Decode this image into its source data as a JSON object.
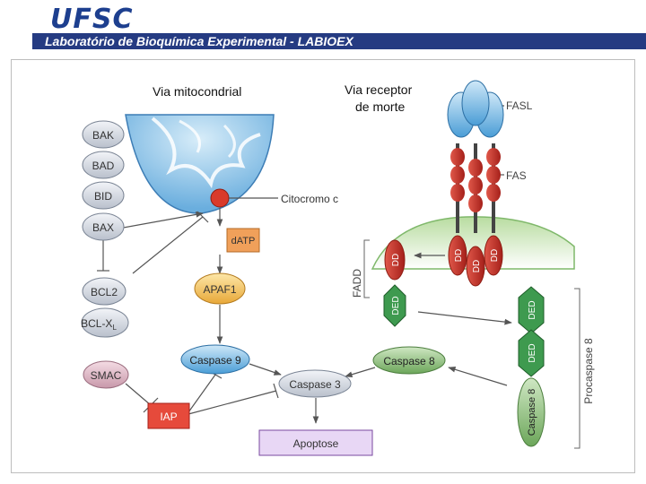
{
  "header": {
    "logo": "UFSC",
    "subtitle": "Laboratório de Bioquímica Experimental - LABIOEX"
  },
  "diagram": {
    "via_mito": "Via mitocondrial",
    "via_receptor_line1": "Via receptor",
    "via_receptor_line2": "de morte",
    "bak": "BAK",
    "bad": "BAD",
    "bid": "BID",
    "bax": "BAX",
    "bcl2": "BCL2",
    "bclxl": "BCL-X",
    "bclxl_sub": "L",
    "smac": "SMAC",
    "iap": "IAP",
    "citocromo": "Citocromo c",
    "datp": "dATP",
    "apaf1": "APAF1",
    "caspase9": "Caspase 9",
    "caspase3": "Caspase 3",
    "caspase8": "Caspase 8",
    "caspase8_pro": "Caspase 8",
    "apoptose": "Apoptose",
    "fasl": "FASL",
    "fas": "FAS",
    "fadd": "FADD",
    "dd": "DD",
    "ded": "DED",
    "procaspase8": "Procaspase 8"
  }
}
